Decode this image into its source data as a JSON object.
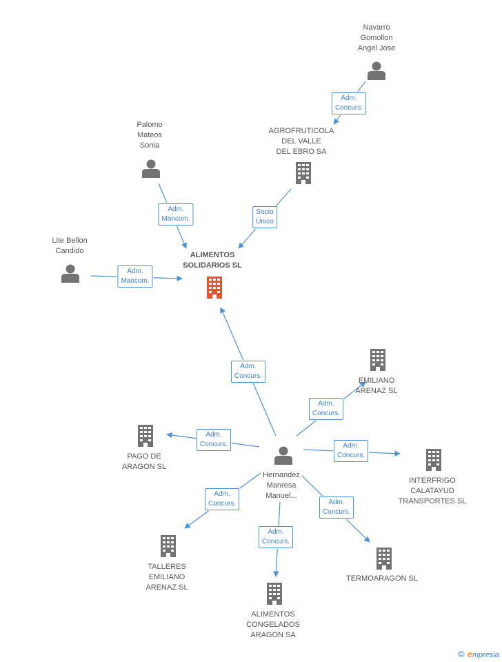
{
  "colors": {
    "edge": "#4a90d9",
    "node_person": "#737373",
    "node_company": "#737373",
    "node_main": "#e8532b",
    "label_text": "#555555"
  },
  "nodes": {
    "main": {
      "label": "ALIMENTOS\nSOLIDARIOS SL",
      "icon": "building-icon"
    },
    "navarro": {
      "label": "Navarro\nGomollon\nAngel Jose",
      "icon": "person-icon"
    },
    "agrofruticola": {
      "label": "AGROFRUTICOLA\nDEL VALLE\nDEL EBRO SA",
      "icon": "building-icon"
    },
    "palomo": {
      "label": "Palomo\nMateos\nSonia",
      "icon": "person-icon"
    },
    "lite": {
      "label": "Lite Bellon\nCandido",
      "icon": "person-icon"
    },
    "hernandez": {
      "label": "Hernandez\nManresa\nManuel...",
      "icon": "person-icon"
    },
    "emiliano": {
      "label": "EMILIANO\nARENAZ SL",
      "icon": "building-icon"
    },
    "pago": {
      "label": "PAGO DE\nARAGON SL",
      "icon": "building-icon"
    },
    "interfrigo": {
      "label": "INTERFRIGO\nCALATAYUD\nTRANSPORTES SL",
      "icon": "building-icon"
    },
    "talleres": {
      "label": "TALLERES\nEMILIANO\nARENAZ SL",
      "icon": "building-icon"
    },
    "congelados": {
      "label": "ALIMENTOS\nCONGELADOS\nARAGON SA",
      "icon": "building-icon"
    },
    "termoaragon": {
      "label": "TERMOARAGON SL",
      "icon": "building-icon"
    }
  },
  "edges": {
    "navarro_agro": "Adm.\nConcurs.",
    "agro_main": "Socio\nÚnico",
    "palomo_main": "Adm.\nMancom.",
    "lite_main": "Adm.\nMancom.",
    "hernandez_main": "Adm.\nConcurs.",
    "hernandez_emiliano": "Adm.\nConcurs.",
    "hernandez_pago": "Adm.\nConcurs.",
    "hernandez_interfrigo": "Adm.\nConcurs.",
    "hernandez_talleres": "Adm.\nConcurs.",
    "hernandez_congelados": "Adm.\nConcurs.",
    "hernandez_termoaragon": "Adm.\nConcurs."
  },
  "footer": {
    "copyright": "©",
    "brand_initial": "e",
    "brand_rest": "mpresia"
  }
}
